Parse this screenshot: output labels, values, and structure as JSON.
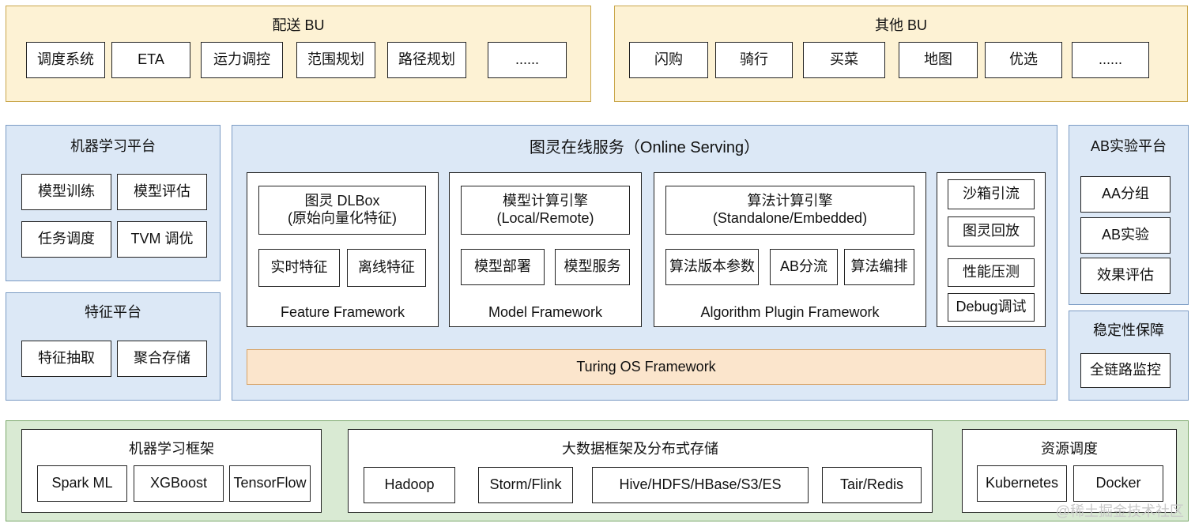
{
  "delivery_bu": {
    "title": "配送 BU",
    "items": [
      "调度系统",
      "ETA",
      "运力调控",
      "范围规划",
      "路径规划",
      "......"
    ]
  },
  "other_bu": {
    "title": "其他 BU",
    "items": [
      "闪购",
      "骑行",
      "买菜",
      "地图",
      "优选",
      "......"
    ]
  },
  "ml_platform": {
    "title": "机器学习平台",
    "items": [
      "模型训练",
      "模型评估",
      "任务调度",
      "TVM 调优"
    ]
  },
  "feature_platform": {
    "title": "特征平台",
    "items": [
      "特征抽取",
      "聚合存储"
    ]
  },
  "online_serving": {
    "title": "图灵在线服务（Online Serving）",
    "feature_framework": {
      "header": "图灵 DLBox\n(原始向量化特征)",
      "items": [
        "实时特征",
        "离线特征"
      ],
      "footer": "Feature Framework"
    },
    "model_framework": {
      "header": "模型计算引擎\n(Local/Remote)",
      "items": [
        "模型部署",
        "模型服务"
      ],
      "footer": "Model Framework"
    },
    "algorithm_framework": {
      "header": "算法计算引擎\n(Standalone/Embedded)",
      "items": [
        "算法版本参数",
        "AB分流",
        "算法编排"
      ],
      "footer": "Algorithm Plugin Framework"
    },
    "tools": [
      "沙箱引流",
      "图灵回放",
      "性能压测",
      "Debug调试"
    ],
    "os_framework": "Turing OS Framework"
  },
  "ab_platform": {
    "title": "AB实验平台",
    "items": [
      "AA分组",
      "AB实验",
      "效果评估"
    ]
  },
  "stability": {
    "title": "稳定性保障",
    "items": [
      "全链路监控"
    ]
  },
  "infrastructure": {
    "ml_frameworks": {
      "title": "机器学习框架",
      "items": [
        "Spark ML",
        "XGBoost",
        "TensorFlow"
      ]
    },
    "big_data": {
      "title": "大数据框架及分布式存储",
      "items": [
        "Hadoop",
        "Storm/Flink",
        "Hive/HDFS/HBase/S3/ES",
        "Tair/Redis"
      ]
    },
    "resources": {
      "title": "资源调度",
      "items": [
        "Kubernetes",
        "Docker"
      ]
    }
  },
  "watermark": "@稀土掘金技术社区"
}
